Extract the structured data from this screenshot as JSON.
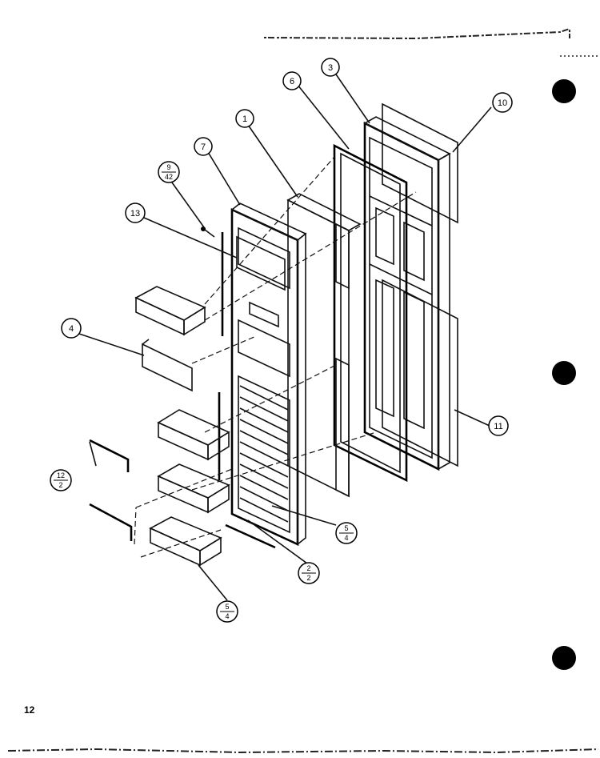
{
  "page": {
    "page_number": "12"
  },
  "callouts": [
    {
      "id": "c1",
      "label": "1"
    },
    {
      "id": "c3",
      "label": "3"
    },
    {
      "id": "c6",
      "label": "6"
    },
    {
      "id": "c7",
      "label": "7"
    },
    {
      "id": "c10",
      "label": "10"
    },
    {
      "id": "c13",
      "label": "13"
    },
    {
      "id": "c4",
      "label": "4"
    },
    {
      "id": "c11",
      "label": "11"
    },
    {
      "id": "c9_42",
      "top": "9",
      "bottom": "42"
    },
    {
      "id": "c12_2",
      "top": "12",
      "bottom": "2"
    },
    {
      "id": "c2_2",
      "top": "2",
      "bottom": "2"
    },
    {
      "id": "c5_4a",
      "top": "5",
      "bottom": "4"
    },
    {
      "id": "c5_4b",
      "top": "5",
      "bottom": "4"
    }
  ]
}
